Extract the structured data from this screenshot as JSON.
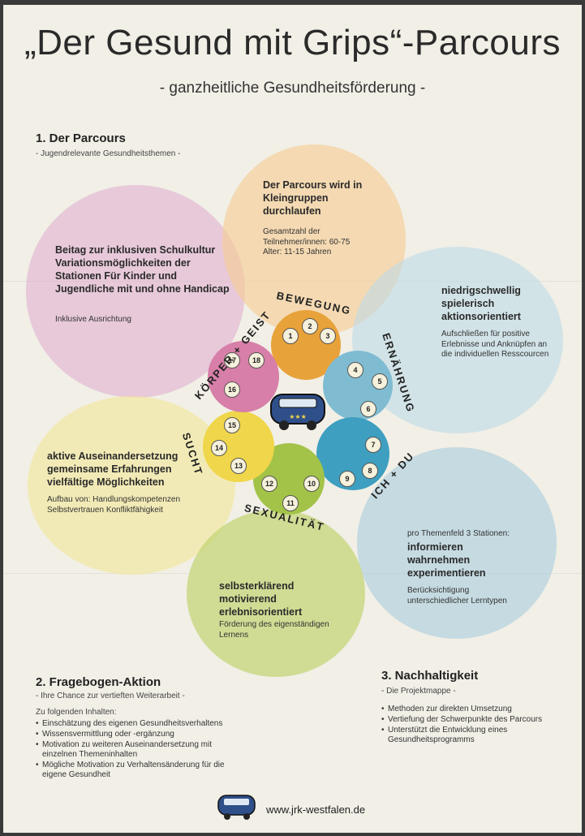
{
  "header": {
    "title": "„Der Gesund mit Grips“-Parcours",
    "subtitle": "- ganzheitliche Gesundheitsförderung -"
  },
  "section1": {
    "heading": "1. Der Parcours",
    "sub": "- Jugendrelevante Gesundheitsthemen -"
  },
  "petals": {
    "top": {
      "bold": "Der Parcours wird in Kleingruppen durchlaufen",
      "small": "Gesamtzahl der Teilnehmer/innen: 60-75 Alter: 11-15 Jahren"
    },
    "top_left": {
      "bold": "Beitag zur inklusiven Schulkultur Variationsmöglichkeiten der Stationen Für Kinder und Jugendliche mit und ohne Handicap",
      "small": "Inklusive Ausrichtung"
    },
    "right": {
      "bold": "niedrigschwellig spielerisch aktionsorientiert",
      "small": "Aufschließen für positive Erlebnisse und Anknüpfen an die individuellen Resscourcen"
    },
    "left": {
      "bold": "aktive Auseinandersetzung gemeinsame Erfahrungen vielfältige Möglichkeiten",
      "small": "Aufbau von: Handlungskompetenzen Selbstvertrauen Konfliktfähigkeit"
    },
    "bottom_right": {
      "lead": "pro Themenfeld 3 Stationen:",
      "bold": "informieren wahrnehmen experimentieren",
      "small": "Berücksichtigung unterschiedlicher Lerntypen"
    },
    "bottom": {
      "bold": "selbsterklärend motivierend erlebnisorientiert",
      "small": "Förderung des eigenständigen Lernens"
    }
  },
  "flower": {
    "labels": {
      "bewegung": "BEWEGUNG",
      "ernaehrung": "ERNÄHRUNG",
      "ich_du": "ICH + DU",
      "sexualitaet": "SEXUALITÄT",
      "sucht": "SUCHT",
      "koerper_geist": "KÖRPER + GEIST"
    },
    "stations": [
      "1",
      "2",
      "3",
      "4",
      "5",
      "6",
      "7",
      "8",
      "9",
      "10",
      "11",
      "12",
      "13",
      "14",
      "15",
      "16",
      "17",
      "18"
    ],
    "colors": {
      "bewegung": "#e8a23a",
      "ernaehrung": "#7fbcd2",
      "ich_du": "#3e9fc0",
      "sexualitaet": "#a2c347",
      "sucht": "#f0d64a",
      "koerper_geist": "#d77fa8"
    }
  },
  "section2": {
    "heading": "2. Fragebogen-Aktion",
    "sub": "- Ihre Chance zur vertieften Weiterarbeit -",
    "intro": "Zu folgenden Inhalten:",
    "items": [
      "Einschätzung des eigenen Gesundheitsverhaltens",
      "Wissensvermittlung oder -ergänzung",
      "Motivation zu weiteren Auseinandersetzung mit einzelnen Themeninhalten",
      "Mögliche Motivation zu Verhaltensänderung für die eigene Gesundheit"
    ]
  },
  "section3": {
    "heading": "3. Nachhaltigkeit",
    "sub": "- Die Projektmappe -",
    "items": [
      "Methoden zur direkten Umsetzung",
      "Vertiefung der Schwerpunkte des Parcours",
      "Unterstützt die Entwicklung eines Gesundheitsprogramms"
    ]
  },
  "footer": {
    "url": "www.jrk-westfalen.de"
  }
}
